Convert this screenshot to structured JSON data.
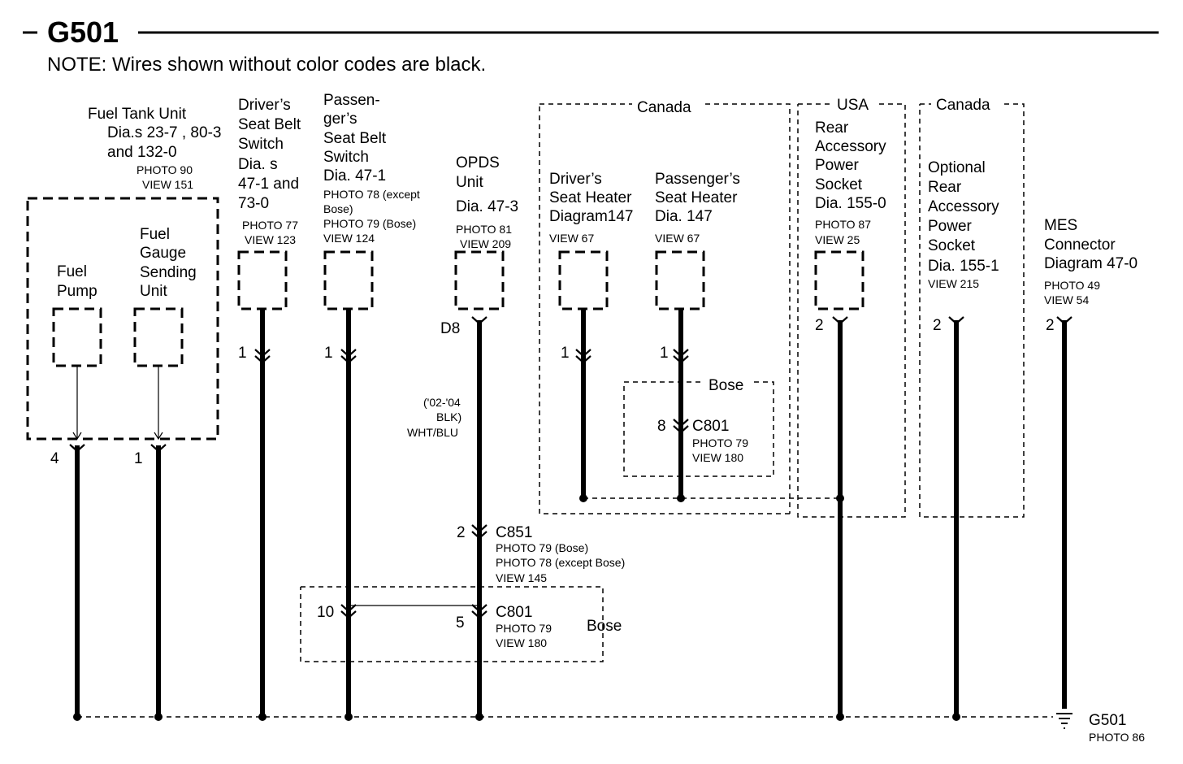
{
  "title": "G501",
  "note": "NOTE: Wires shown without color codes are black.",
  "regions": {
    "canada1": "Canada",
    "usa": "USA",
    "canada2": "Canada",
    "bose_top": "Bose",
    "bose_bottom": "Bose"
  },
  "fuel_tank": {
    "line1": "Fuel  Tank  Unit",
    "line2": "Dia.s 23-7 , 80-3",
    "line3": "and 132-0",
    "photo": "PHOTO 90",
    "view": "VIEW 151",
    "pump_line1": "Fuel",
    "pump_line2": "Pump",
    "gauge_line1": "Fuel",
    "gauge_line2": "Gauge",
    "gauge_line3": "Sending",
    "gauge_line4": "Unit",
    "pin_pump": "4",
    "pin_gauge": "1"
  },
  "driver_belt": {
    "line1": "Driver’s",
    "line2": "Seat Belt",
    "line3": "Switch",
    "line4": "Dia. s",
    "line5": "47-1 and",
    "line6": "73-0",
    "photo": "PHOTO 77",
    "view": "VIEW 123",
    "pin": "1"
  },
  "passenger_belt": {
    "line1": "Passen-",
    "line2": "ger’s",
    "line3": "Seat Belt",
    "line4": "Switch",
    "line5": "Dia. 47-1",
    "photo1": "PHOTO 78 (except",
    "photo1b": "Bose)",
    "photo2": "PHOTO 79 (Bose)",
    "view": "VIEW 124",
    "pin": "1"
  },
  "opds": {
    "line1": "OPDS",
    "line2": "Unit",
    "line3": "Dia. 47-3",
    "photo": "PHOTO 81",
    "view": "VIEW 209",
    "pin": "D8",
    "wire1": "('02-'04",
    "wire2": "BLK)",
    "wire3": "WHT/BLU"
  },
  "driver_heater": {
    "line1": "Driver’s",
    "line2": "Seat Heater",
    "line3": "Diagram147",
    "view": "VIEW 67",
    "pin": "1"
  },
  "passenger_heater": {
    "line1": "Passenger’s",
    "line2": "Seat Heater",
    "line3": "Dia. 147",
    "view": "VIEW 67",
    "pin": "1"
  },
  "c801_top": {
    "pin": "8",
    "name": "C801",
    "photo": "PHOTO 79",
    "view": "VIEW 180"
  },
  "rear_socket": {
    "line1": "Rear",
    "line2": "Accessory",
    "line3": "Power",
    "line4": "Socket",
    "line5": "Dia. 155-0",
    "photo": "PHOTO 87",
    "view": "VIEW 25",
    "pin": "2"
  },
  "optional_socket": {
    "line1": "Optional",
    "line2": "Rear",
    "line3": "Accessory",
    "line4": "Power",
    "line5": "Socket",
    "line6": "Dia.  155-1",
    "view": "VIEW 215",
    "pin": "2"
  },
  "mes": {
    "line1": "MES",
    "line2": "Connector",
    "line3": "Diagram 47-0",
    "photo": "PHOTO 49",
    "view": "VIEW 54",
    "pin": "2"
  },
  "c851": {
    "pin": "2",
    "name": "C851",
    "photo1": "PHOTO 79 (Bose)",
    "photo2": "PHOTO 78 (except Bose)",
    "view": "VIEW 145"
  },
  "c801_bottom": {
    "pin_left": "10",
    "pin_right": "5",
    "name": "C801",
    "photo": "PHOTO 79",
    "view": "VIEW 180"
  },
  "ground": {
    "name": "G501",
    "photo": "PHOTO 86"
  }
}
